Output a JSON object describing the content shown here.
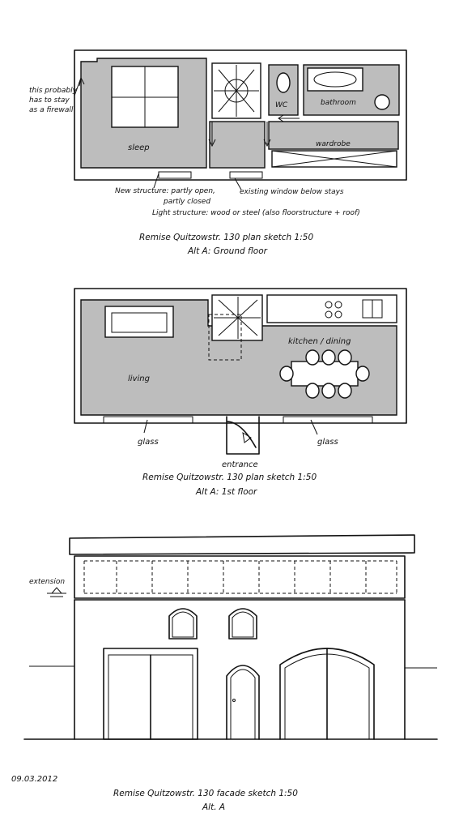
{
  "ground_floor": {
    "labels": {
      "firewall_note": [
        "this probably",
        "has to stay",
        "as a firewall"
      ],
      "wc": "WC",
      "bathroom": "bathroom",
      "sleep": "sleep",
      "wardrobe": "wardrobe",
      "new_structure": "New structure: partly open,",
      "partly_closed": "partly closed",
      "existing_window": "existing window below stays",
      "light_structure": "Light structure: wood or steel (also floorstructure + roof)"
    },
    "caption": "Remise Quitzowstr. 130 plan sketch 1:50",
    "subcaption": "Alt A: Ground floor"
  },
  "first_floor": {
    "labels": {
      "kitchen": "kitchen / dining",
      "living": "living",
      "glass_left": "glass",
      "glass_right": "glass",
      "entrance": "entrance"
    },
    "caption": "Remise Quitzowstr. 130 plan sketch 1:50",
    "subcaption": "Alt A: 1st floor"
  },
  "facade": {
    "labels": {
      "extension": "extension"
    },
    "date": "09.03.2012",
    "caption": "Remise Quitzowstr. 130 facade sketch 1:50",
    "subcaption": "Alt. A"
  }
}
